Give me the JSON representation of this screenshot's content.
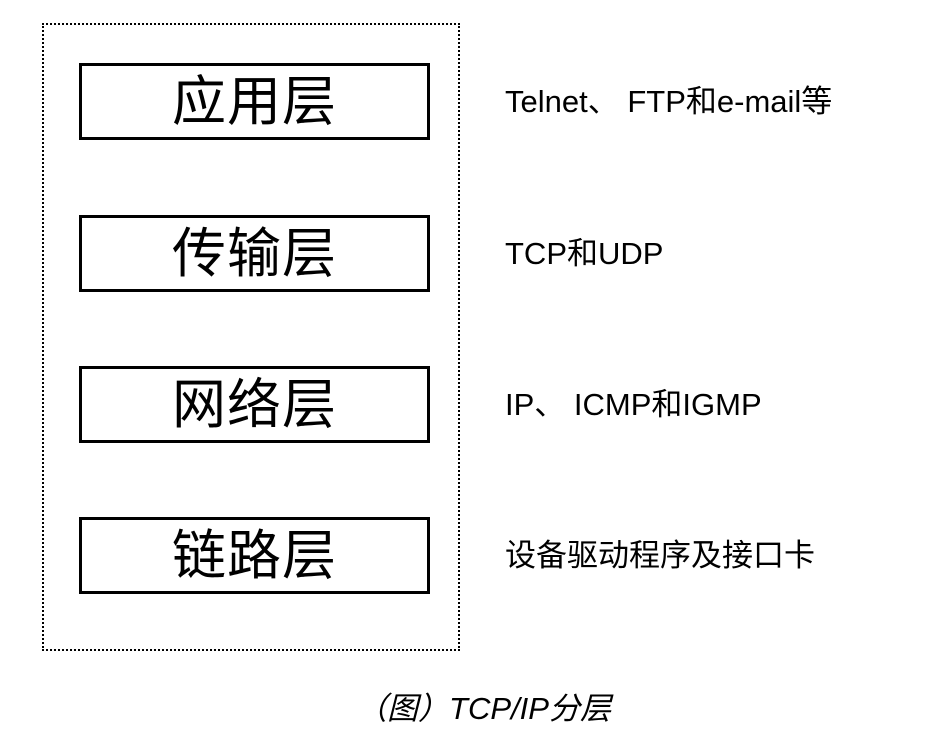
{
  "figure": {
    "layers": [
      {
        "name": "应用层",
        "description": "Telnet、 FTP和e-mail等"
      },
      {
        "name": "传输层",
        "description": "TCP和UDP"
      },
      {
        "name": "网络层",
        "description": "IP、 ICMP和IGMP"
      },
      {
        "name": "链路层",
        "description": "设备驱动程序及接口卡"
      }
    ],
    "caption": "（图）TCP/IP分层",
    "colors": {
      "line": "#000000",
      "background": "#ffffff",
      "text": "#000000"
    }
  }
}
